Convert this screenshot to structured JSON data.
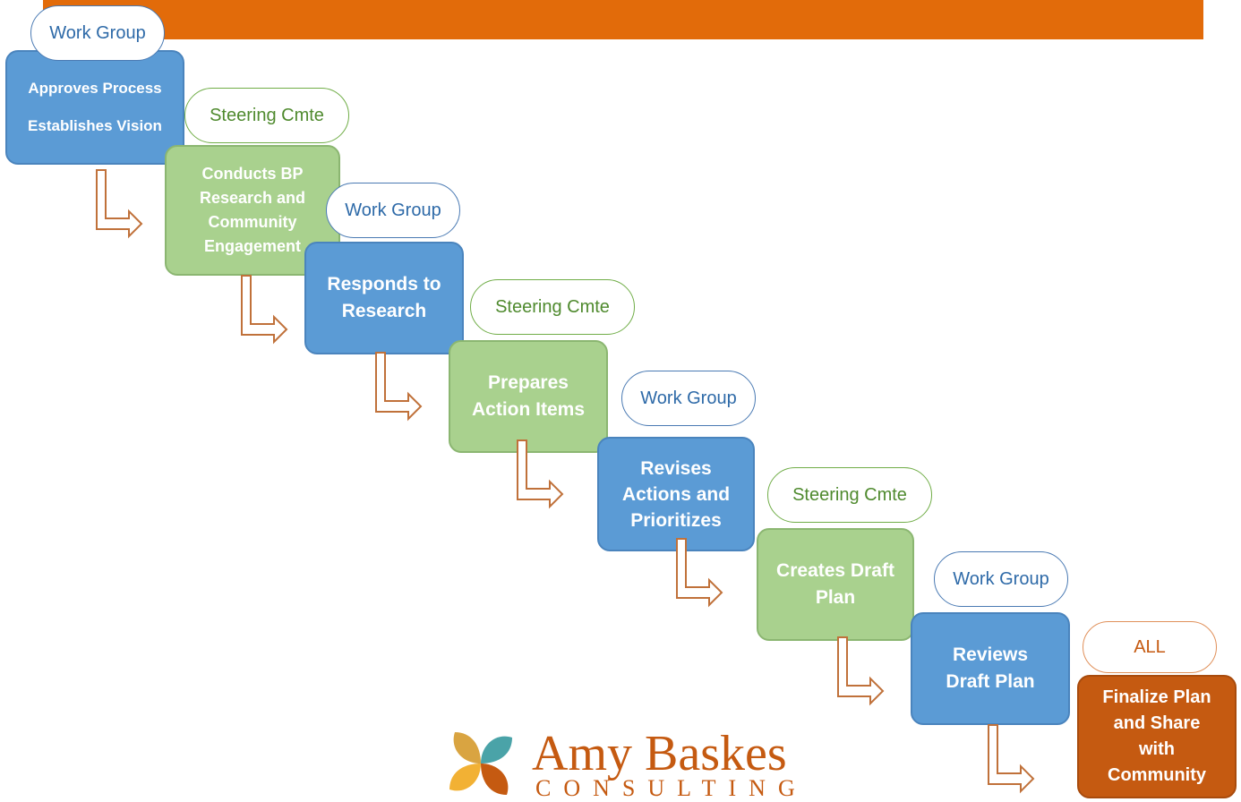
{
  "steps": [
    {
      "role": "Work Group",
      "text": "Approves Process\nEstablishes Vision"
    },
    {
      "role": "Steering Cmte",
      "text": "Conducts BP\nResearch and\nCommunity\nEngagement"
    },
    {
      "role": "Work Group",
      "text": "Responds to\nResearch"
    },
    {
      "role": "Steering Cmte",
      "text": "Prepares\nAction Items"
    },
    {
      "role": "Work Group",
      "text": "Revises\nActions and\nPrioritizes"
    },
    {
      "role": "Steering Cmte",
      "text": "Creates Draft\nPlan"
    },
    {
      "role": "Work Group",
      "text": "Reviews\nDraft Plan"
    },
    {
      "role": "ALL",
      "text": "Finalize Plan\nand Share\nwith\nCommunity"
    }
  ],
  "logo": {
    "name": "Amy Baskes",
    "sub": "CONSULTING"
  },
  "colors": {
    "header": "#e26b0a",
    "work_group": "#5b9bd5",
    "steering": "#a9d18e",
    "all": "#c55a11"
  }
}
